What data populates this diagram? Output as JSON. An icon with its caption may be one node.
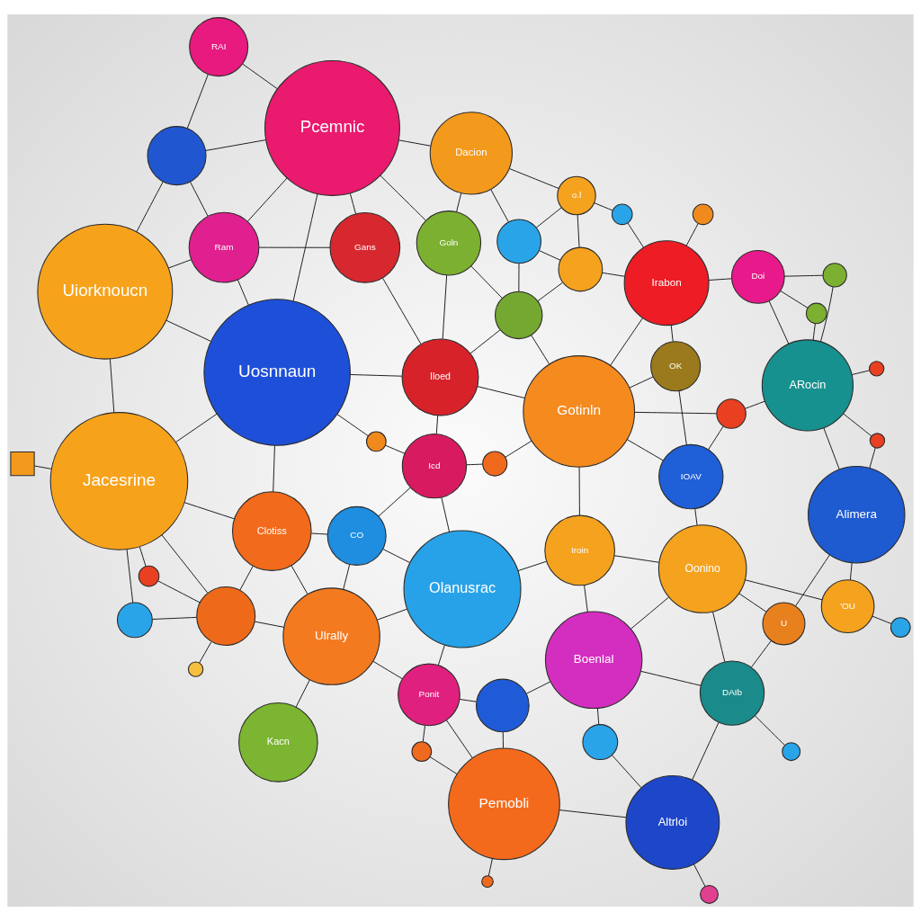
{
  "diagram": {
    "nodes": [
      {
        "text": [
          "RAI"
        ]
      },
      {
        "text": [
          "Pcemnic"
        ]
      },
      {
        "text": [
          "Dacion"
        ]
      },
      {
        "text": [
          "o.l"
        ]
      },
      {
        "text": [],
        "shape": "circle"
      },
      {
        "text": [],
        "shape": "circle"
      },
      {
        "text": [],
        "shape": "circle"
      },
      {
        "text": [],
        "shape": "circle"
      },
      {
        "text": [
          "Doi"
        ]
      },
      {
        "text": [],
        "shape": "circle"
      },
      {
        "text": [],
        "shape": "circle"
      },
      {
        "text": [],
        "shape": "circle"
      },
      {
        "text": [
          "Irabon"
        ]
      },
      {
        "text": [
          "ARocin"
        ]
      },
      {
        "text": [],
        "shape": "circle"
      },
      {
        "text": [
          "Ram"
        ]
      },
      {
        "text": [
          "Gans"
        ]
      },
      {
        "text": [
          "Goln"
        ]
      },
      {
        "text": [],
        "shape": "circle"
      },
      {
        "text": [
          "Uiorknoucn"
        ]
      },
      {
        "text": [
          "Iloed"
        ]
      },
      {
        "text": [
          "Gotinln"
        ]
      },
      {
        "text": [
          "OK"
        ]
      },
      {
        "text": [],
        "shape": "circle"
      },
      {
        "text": [],
        "shape": "circle"
      },
      {
        "text": [
          "Alimera"
        ]
      },
      {
        "text": [
          "Uosnnaun"
        ]
      },
      {
        "text": [],
        "shape": "circle"
      },
      {
        "text": [],
        "shape": "circle"
      },
      {
        "text": [
          "Icd"
        ]
      },
      {
        "text": [
          "IOAV"
        ]
      },
      {
        "text": [
          "'OU"
        ]
      },
      {
        "text": [],
        "shape": "circle"
      },
      {
        "text": [],
        "shape": "box"
      },
      {
        "text": [
          "Jacesrine"
        ]
      },
      {
        "text": [
          "Clotiss"
        ]
      },
      {
        "text": [
          "CO"
        ]
      },
      {
        "text": [
          "Olanusrac"
        ]
      },
      {
        "text": [
          "Iroin"
        ]
      },
      {
        "text": [
          "Oonino"
        ]
      },
      {
        "text": [
          "U"
        ]
      },
      {
        "text": [
          "Boenlal"
        ]
      },
      {
        "text": [
          "DAIb"
        ]
      },
      {
        "text": [],
        "shape": "circle"
      },
      {
        "text": [
          "Ulrally"
        ]
      },
      {
        "text": [],
        "shape": "circle"
      },
      {
        "text": [],
        "shape": "circle"
      },
      {
        "text": [],
        "shape": "circle"
      },
      {
        "text": [
          "Ponit"
        ]
      },
      {
        "text": [],
        "shape": "circle"
      },
      {
        "text": [],
        "shape": "circle"
      },
      {
        "text": [
          "Kacn"
        ]
      },
      {
        "text": [
          "Altrloi"
        ]
      },
      {
        "text": [
          "Pemobli"
        ]
      },
      {
        "text": [],
        "shape": "circle"
      },
      {
        "text": [],
        "shape": "circle"
      },
      {
        "text": [],
        "shape": "circle"
      },
      {
        "text": [],
        "shape": "circle"
      }
    ],
    "edges": [
      {
        "from": 0,
        "to": 1,
        "arrow": "none"
      },
      {
        "from": 0,
        "to": 9,
        "arrow": "none"
      },
      {
        "from": 9,
        "to": 1,
        "arrow": "none"
      },
      {
        "from": 9,
        "to": 19,
        "arrow": "none"
      },
      {
        "from": 9,
        "to": 15,
        "arrow": "none"
      },
      {
        "from": 1,
        "to": 2,
        "arrow": "none"
      },
      {
        "from": 1,
        "to": 15,
        "arrow": "none"
      },
      {
        "from": 1,
        "to": 16,
        "arrow": "none"
      },
      {
        "from": 1,
        "to": 17,
        "arrow": "none"
      },
      {
        "from": 1,
        "to": 26,
        "arrow": "none"
      },
      {
        "from": 2,
        "to": 3,
        "arrow": "none"
      },
      {
        "from": 2,
        "to": 10,
        "arrow": "none"
      },
      {
        "from": 2,
        "to": 17,
        "arrow": "none"
      },
      {
        "from": 3,
        "to": 4,
        "arrow": "none"
      },
      {
        "from": 3,
        "to": 10,
        "arrow": "none"
      },
      {
        "from": 3,
        "to": 11,
        "arrow": "none"
      },
      {
        "from": 4,
        "to": 12,
        "arrow": "none"
      },
      {
        "from": 5,
        "to": 12,
        "arrow": "none"
      },
      {
        "from": 10,
        "to": 11,
        "arrow": "none"
      },
      {
        "from": 10,
        "to": 18,
        "arrow": "none"
      },
      {
        "from": 11,
        "to": 12,
        "arrow": "none"
      },
      {
        "from": 11,
        "to": 18,
        "arrow": "none"
      },
      {
        "from": 17,
        "to": 18,
        "arrow": "none"
      },
      {
        "from": 17,
        "to": 20,
        "arrow": "none"
      },
      {
        "from": 16,
        "to": 20,
        "arrow": "none"
      },
      {
        "from": 15,
        "to": 16,
        "arrow": "none"
      },
      {
        "from": 15,
        "to": 26,
        "arrow": "none"
      },
      {
        "from": 15,
        "to": 19,
        "arrow": "none"
      },
      {
        "from": 19,
        "to": 26,
        "arrow": "none"
      },
      {
        "from": 19,
        "to": 34,
        "arrow": "none"
      },
      {
        "from": 18,
        "to": 21,
        "arrow": "none"
      },
      {
        "from": 18,
        "to": 20,
        "arrow": "none"
      },
      {
        "from": 12,
        "to": 8,
        "arrow": "none"
      },
      {
        "from": 12,
        "to": 21,
        "arrow": "none"
      },
      {
        "from": 12,
        "to": 22,
        "arrow": "none"
      },
      {
        "from": 8,
        "to": 7,
        "arrow": "none"
      },
      {
        "from": 8,
        "to": 13,
        "arrow": "none"
      },
      {
        "from": 8,
        "to": 23,
        "arrow": "none"
      },
      {
        "from": 7,
        "to": 13,
        "arrow": "none"
      },
      {
        "from": 6,
        "to": 13,
        "arrow": "none"
      },
      {
        "from": 14,
        "to": 13,
        "arrow": "none"
      },
      {
        "from": 14,
        "to": 25,
        "arrow": "none"
      },
      {
        "from": 13,
        "to": 24,
        "arrow": "none"
      },
      {
        "from": 13,
        "to": 25,
        "arrow": "none"
      },
      {
        "from": 13,
        "to": 23,
        "arrow": "none"
      },
      {
        "from": 24,
        "to": 30,
        "arrow": "none"
      },
      {
        "from": 24,
        "to": 21,
        "arrow": "none"
      },
      {
        "from": 22,
        "to": 21,
        "arrow": "none"
      },
      {
        "from": 22,
        "to": 30,
        "arrow": "none"
      },
      {
        "from": 25,
        "to": 31,
        "arrow": "none"
      },
      {
        "from": 25,
        "to": 40,
        "arrow": "none"
      },
      {
        "from": 31,
        "to": 39,
        "arrow": "none"
      },
      {
        "from": 31,
        "to": 32,
        "arrow": "none"
      },
      {
        "from": 30,
        "to": 39,
        "arrow": "none"
      },
      {
        "from": 30,
        "to": 21,
        "arrow": "none"
      },
      {
        "from": 21,
        "to": 20,
        "arrow": "none"
      },
      {
        "from": 21,
        "to": 38,
        "arrow": "none"
      },
      {
        "from": 21,
        "to": 28,
        "arrow": "none"
      },
      {
        "from": 20,
        "to": 26,
        "arrow": "none"
      },
      {
        "from": 20,
        "to": 29,
        "arrow": "none"
      },
      {
        "from": 26,
        "to": 27,
        "arrow": "none"
      },
      {
        "from": 26,
        "to": 34,
        "arrow": "none"
      },
      {
        "from": 26,
        "to": 35,
        "arrow": "none"
      },
      {
        "from": 27,
        "to": 29,
        "arrow": "none"
      },
      {
        "from": 28,
        "to": 29,
        "arrow": "none"
      },
      {
        "from": 29,
        "to": 36,
        "arrow": "none"
      },
      {
        "from": 29,
        "to": 37,
        "arrow": "none"
      },
      {
        "from": 33,
        "to": 34,
        "arrow": "none"
      },
      {
        "from": 34,
        "to": 35,
        "arrow": "none"
      },
      {
        "from": 34,
        "to": 43,
        "arrow": "none"
      },
      {
        "from": 34,
        "to": 45,
        "arrow": "none"
      },
      {
        "from": 43,
        "to": 45,
        "arrow": "none"
      },
      {
        "from": 35,
        "to": 36,
        "arrow": "none"
      },
      {
        "from": 35,
        "to": 45,
        "arrow": "none"
      },
      {
        "from": 35,
        "to": 44,
        "arrow": "none"
      },
      {
        "from": 36,
        "to": 37,
        "arrow": "none"
      },
      {
        "from": 36,
        "to": 44,
        "arrow": "none"
      },
      {
        "from": 37,
        "to": 38,
        "arrow": "none"
      },
      {
        "from": 37,
        "to": 44,
        "arrow": "none"
      },
      {
        "from": 37,
        "to": 48,
        "arrow": "none"
      },
      {
        "from": 38,
        "to": 41,
        "arrow": "none"
      },
      {
        "from": 38,
        "to": 39,
        "arrow": "none"
      },
      {
        "from": 39,
        "to": 41,
        "arrow": "none"
      },
      {
        "from": 39,
        "to": 42,
        "arrow": "none"
      },
      {
        "from": 39,
        "to": 40,
        "arrow": "none"
      },
      {
        "from": 40,
        "to": 42,
        "arrow": "none"
      },
      {
        "from": 42,
        "to": 49,
        "arrow": "none"
      },
      {
        "from": 42,
        "to": 52,
        "arrow": "none"
      },
      {
        "from": 41,
        "to": 46,
        "arrow": "none"
      },
      {
        "from": 41,
        "to": 47,
        "arrow": "none"
      },
      {
        "from": 41,
        "to": 42,
        "arrow": "none"
      },
      {
        "from": 46,
        "to": 48,
        "arrow": "none"
      },
      {
        "from": 46,
        "to": 53,
        "arrow": "none"
      },
      {
        "from": 47,
        "to": 52,
        "arrow": "none"
      },
      {
        "from": 48,
        "to": 53,
        "arrow": "none"
      },
      {
        "from": 48,
        "to": 44,
        "arrow": "none"
      },
      {
        "from": 52,
        "to": 53,
        "arrow": "none"
      },
      {
        "from": 52,
        "to": 56,
        "arrow": "none"
      },
      {
        "from": 53,
        "to": 55,
        "arrow": "none"
      },
      {
        "from": 53,
        "to": 57,
        "arrow": "none"
      },
      {
        "from": 44,
        "to": 51,
        "arrow": "none"
      },
      {
        "from": 44,
        "to": 45,
        "arrow": "none"
      },
      {
        "from": 45,
        "to": 50,
        "arrow": "none"
      },
      {
        "from": 45,
        "to": 54,
        "arrow": "none"
      },
      {
        "from": 34,
        "to": 50,
        "arrow": "none"
      },
      {
        "from": 55,
        "to": 48,
        "arrow": "none"
      }
    ]
  }
}
